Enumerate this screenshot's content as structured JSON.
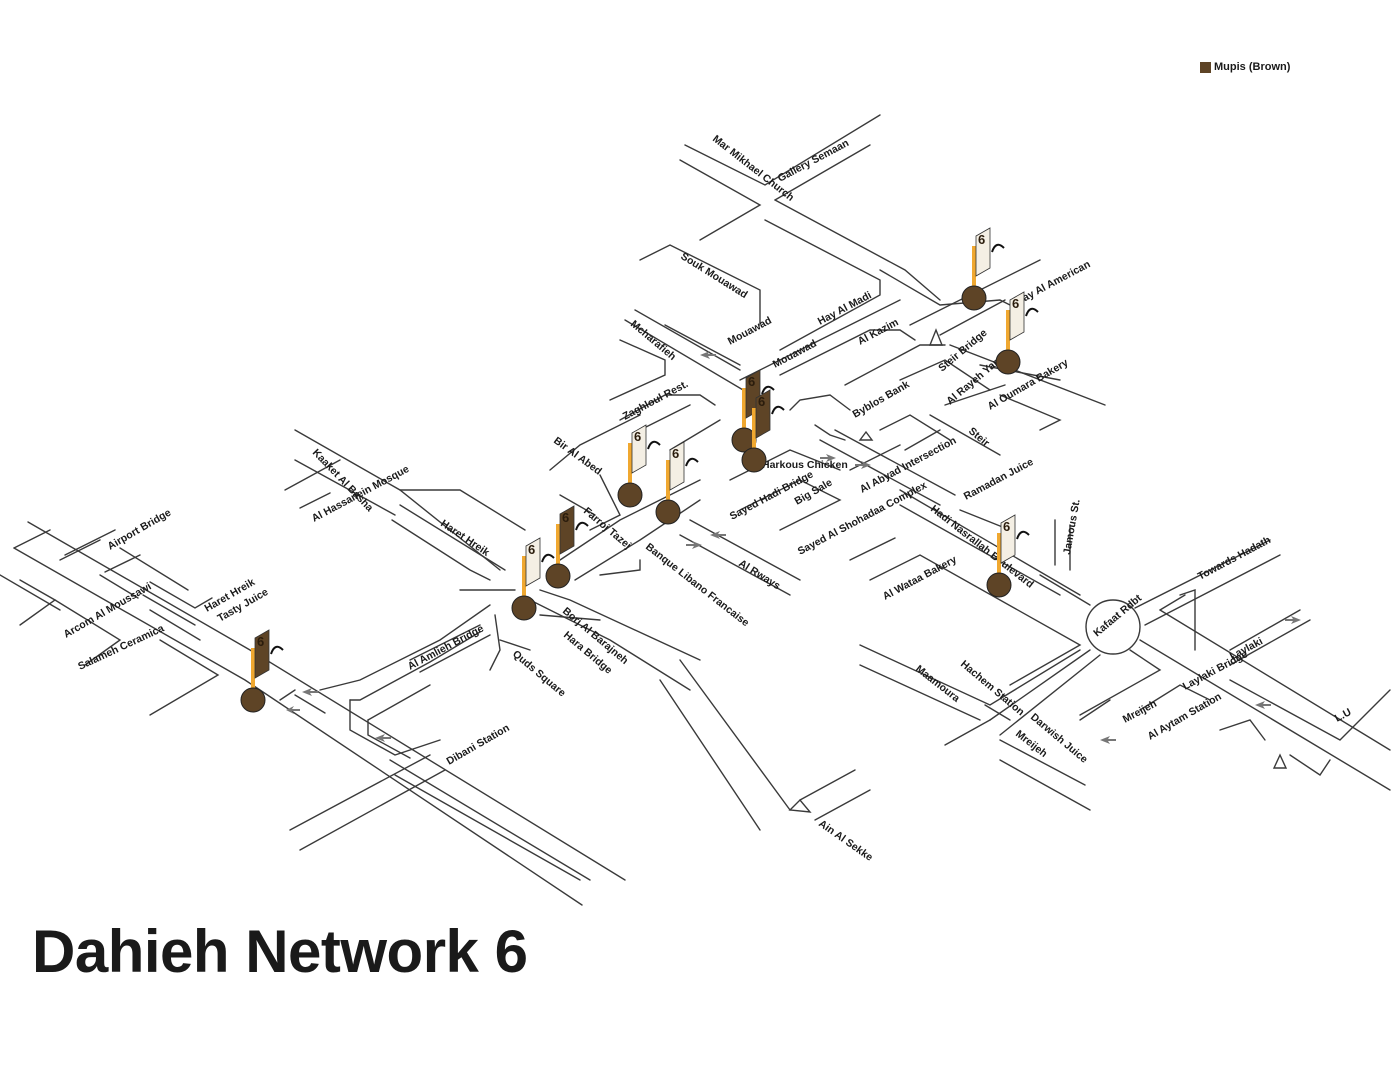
{
  "title": "Dahieh Network 6",
  "legend": {
    "label": "Mupis (Brown)",
    "color": "#5e4426"
  },
  "colors": {
    "road": "#3a3a3a",
    "mupi_brown": "#5e4426",
    "pole": "#f0a830"
  },
  "panel_number": "6",
  "places": [
    "Mar Mikhael Church",
    "Gallery Semaan",
    "Souk Mouawad",
    "Hay Al Madi",
    "Mouawad",
    "Mouawad",
    "Al Kazim",
    "Mcharafieh",
    "Zaghloul Rest.",
    "Steir Bridge",
    "Al Rayeh Yard",
    "Al Oumara Bakery",
    "Byblos Bank",
    "Steir",
    "Bir Al Abed",
    "Harkous Chicken",
    "Sayed Hadi Bridge",
    "Big Sale",
    "Al Abyad Intersection",
    "Ramadan Juice",
    "Kaaket Al Basha",
    "Al Hassanein Mosque",
    "Farroj Tazej",
    "Hadi Nasrallah Boulevard",
    "Jamous St.",
    "Haret Hreik",
    "Al Rways",
    "Sayed Al Shohadaa Complex",
    "Banque Libano Francaise",
    "Towards Hadath",
    "Airport Bridge",
    "Haret Hreik",
    "Tasty Juice",
    "Arcom Al Moussawi",
    "Salameh Ceramica",
    "Al Amlieh Bridge",
    "Quds Square",
    "Hara Bridge",
    "Borj Al Barajneh",
    "Al Wataa Bakery",
    "Kafaat Rdbt",
    "Laylaki",
    "Laylaki Bridge",
    "Hachem Station",
    "Maamoura",
    "Darwish Juice",
    "Mreijeh",
    "Mreijeh",
    "Al Aytam Station",
    "L.U",
    "Dibani Station",
    "Ain Al Sekke",
    "Hay Al American"
  ]
}
